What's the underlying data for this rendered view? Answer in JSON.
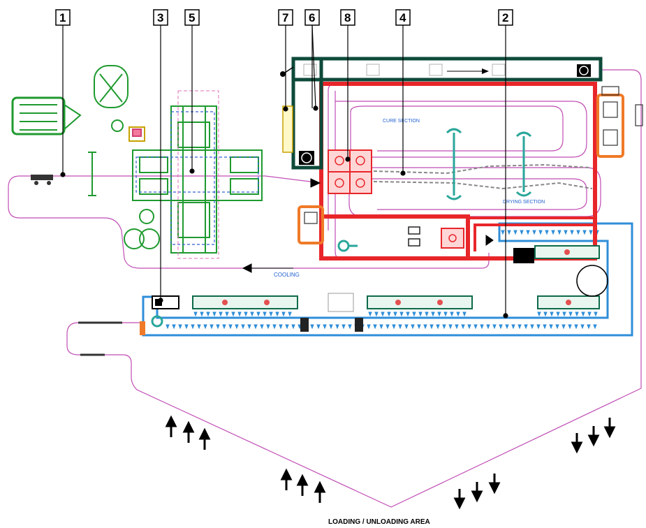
{
  "callouts": [
    {
      "label": "1"
    },
    {
      "label": "2"
    },
    {
      "label": "3"
    },
    {
      "label": "4"
    },
    {
      "label": "5"
    },
    {
      "label": "6"
    },
    {
      "label": "7"
    },
    {
      "label": "8"
    }
  ],
  "sections": {
    "cure": "CURE SECTION",
    "drying": "DRYING SECTION",
    "cooling": "COOLING"
  },
  "footer": {
    "area_label": "LOADING / UNLOADING AREA"
  },
  "colors": {
    "conveyor_path": "#c04cb4",
    "oven_wall": "#e8262a",
    "loading_line": "#2f8ed8",
    "equipment_green": "#1f9a2f",
    "dark_green": "#0e4a3a",
    "orange": "#f07a28",
    "teal": "#2aa69a",
    "label_blue": "#1f5fd0"
  }
}
